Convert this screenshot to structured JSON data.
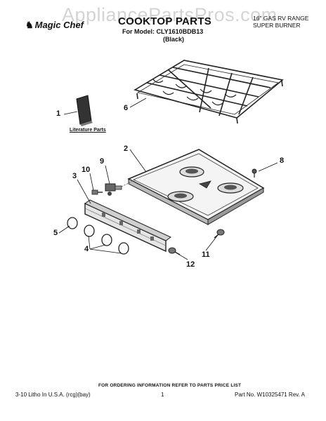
{
  "watermark": "AppliancePartsPros.com",
  "header": {
    "brand": "Magic Chef",
    "title": "COOKTOP PARTS",
    "model_line": "For Model: CLY1610BDB13",
    "color_line": "(Black)",
    "range_line1": "16\" GAS RV RANGE",
    "range_line2": "SUPER BURNER"
  },
  "diagram": {
    "literature_label": "Literature Parts",
    "callouts": [
      "1",
      "2",
      "3",
      "4",
      "5",
      "6",
      "8",
      "9",
      "10",
      "11",
      "12"
    ]
  },
  "footer": {
    "ordering_note": "FOR ORDERING INFORMATION REFER TO PARTS PRICE LIST",
    "left": "3-10 Litho In U.S.A. (rcg)(bay)",
    "page": "1",
    "part_no": "Part No. W10325471 Rev. A"
  }
}
